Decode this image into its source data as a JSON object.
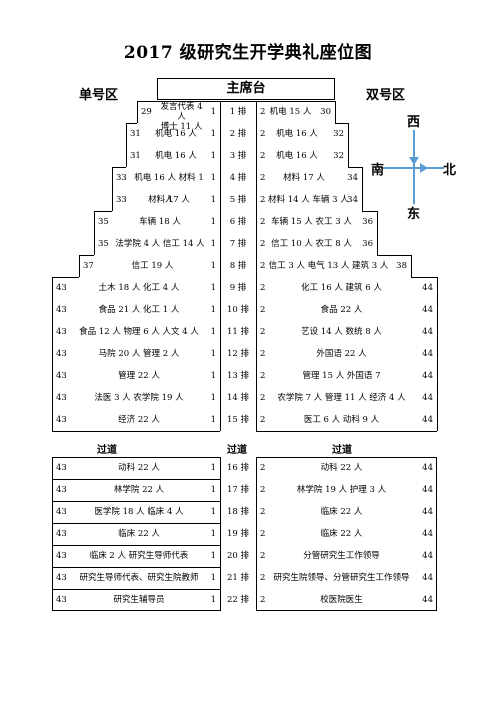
{
  "title": "2017 级研究生开学典礼座位图",
  "zones": {
    "left": "单号区",
    "center": "主席台",
    "right": "双号区"
  },
  "compass": {
    "west": "西",
    "south": "南",
    "north": "北",
    "east": "东"
  },
  "aisles": {
    "left": "过道",
    "center": "过道",
    "right": "过道"
  },
  "upper_rows": [
    {
      "row": "1 排",
      "left_start": "29",
      "left_text": "发言代表 4 人\n博士 11 人",
      "left_end": "1",
      "right_start": "2",
      "right_text": "机电 15 人",
      "right_end": "30"
    },
    {
      "row": "2 排",
      "left_start": "31",
      "left_text": "机电 16 人",
      "left_end": "1",
      "right_start": "2",
      "right_text": "机电 16 人",
      "right_end": "32"
    },
    {
      "row": "3 排",
      "left_start": "31",
      "left_text": "机电 16 人",
      "left_end": "1",
      "right_start": "2",
      "right_text": "机电 16 人",
      "right_end": "32"
    },
    {
      "row": "4 排",
      "left_start": "33",
      "left_text": "机电 16 人  材料 1 人",
      "left_end": "1",
      "right_start": "2",
      "right_text": "材料 17 人",
      "right_end": "34"
    },
    {
      "row": "5 排",
      "left_start": "33",
      "left_text": "材料 17 人",
      "left_end": "1",
      "right_start": "2",
      "right_text": "材料 14 人  车辆 3 人",
      "right_end": "34"
    },
    {
      "row": "6 排",
      "left_start": "35",
      "left_text": "车辆 18 人",
      "left_end": "1",
      "right_start": "2",
      "right_text": "车辆 15 人  农工 3 人",
      "right_end": "36"
    },
    {
      "row": "7 排",
      "left_start": "35",
      "left_text": "法学院 4 人  信工 14 人",
      "left_end": "1",
      "right_start": "2",
      "right_text": "信工 10 人  农工 8 人",
      "right_end": "36"
    },
    {
      "row": "8 排",
      "left_start": "37",
      "left_text": "信工 19 人",
      "left_end": "1",
      "right_start": "2",
      "right_text": "信工 3 人  电气 13 人   建筑 3 人",
      "right_end": "38"
    },
    {
      "row": "9 排",
      "left_start": "43",
      "left_text": "土木 18 人  化工 4 人",
      "left_end": "1",
      "right_start": "2",
      "right_text": "化工 16 人  建筑 6 人",
      "right_end": "44"
    },
    {
      "row": "10 排",
      "left_start": "43",
      "left_text": "食品 21 人   化工 1 人",
      "left_end": "1",
      "right_start": "2",
      "right_text": "食品 22 人",
      "right_end": "44"
    },
    {
      "row": "11 排",
      "left_start": "43",
      "left_text": "食品 12 人  物理 6 人  人文 4 人",
      "left_end": "1",
      "right_start": "2",
      "right_text": "艺设 14 人  数统 8 人",
      "right_end": "44"
    },
    {
      "row": "12 排",
      "left_start": "43",
      "left_text": "马院 20 人  管理 2 人",
      "left_end": "1",
      "right_start": "2",
      "right_text": "外国语 22 人",
      "right_end": "44"
    },
    {
      "row": "13 排",
      "left_start": "43",
      "left_text": "管理 22 人",
      "left_end": "1",
      "right_start": "2",
      "right_text": "管理 15 人  外国语 7",
      "right_end": "44"
    },
    {
      "row": "14 排",
      "left_start": "43",
      "left_text": "法医 3 人   农学院 19 人",
      "left_end": "1",
      "right_start": "2",
      "right_text": "农学院 7 人  管理 11 人  经济 4 人",
      "right_end": "44"
    },
    {
      "row": "15 排",
      "left_start": "43",
      "left_text": "经济 22 人",
      "left_end": "1",
      "right_start": "2",
      "right_text": "医工 6 人  动科 9 人",
      "right_end": "44"
    }
  ],
  "lower_rows": [
    {
      "row": "16 排",
      "left_start": "43",
      "left_text": "动科 22 人",
      "left_end": "1",
      "right_start": "2",
      "right_text": "动科 22 人",
      "right_end": "44"
    },
    {
      "row": "17 排",
      "left_start": "43",
      "left_text": "林学院 22 人",
      "left_end": "1",
      "right_start": "2",
      "right_text": "林学院 19 人    护理 3 人",
      "right_end": "44"
    },
    {
      "row": "18 排",
      "left_start": "43",
      "left_text": "医学院 18 人  临床 4 人",
      "left_end": "1",
      "right_start": "2",
      "right_text": "临床 22 人",
      "right_end": "44"
    },
    {
      "row": "19 排",
      "left_start": "43",
      "left_text": "临床 22 人",
      "left_end": "1",
      "right_start": "2",
      "right_text": "临床 22 人",
      "right_end": "44"
    },
    {
      "row": "20 排",
      "left_start": "43",
      "left_text": "临床 2 人  研究生导师代表",
      "left_end": "1",
      "right_start": "2",
      "right_text": "分管研究生工作领导",
      "right_end": "44"
    },
    {
      "row": "21 排",
      "left_start": "43",
      "left_text": "研究生导师代表、研究生院教师",
      "left_end": "1",
      "right_start": "2",
      "right_text": "研究生院领导、分管研究生工作领导",
      "right_end": "44"
    },
    {
      "row": "22 排",
      "left_start": "43",
      "left_text": "研究生辅导员",
      "left_end": "1",
      "right_start": "2",
      "right_text": "校医院医生",
      "right_end": "44"
    }
  ]
}
